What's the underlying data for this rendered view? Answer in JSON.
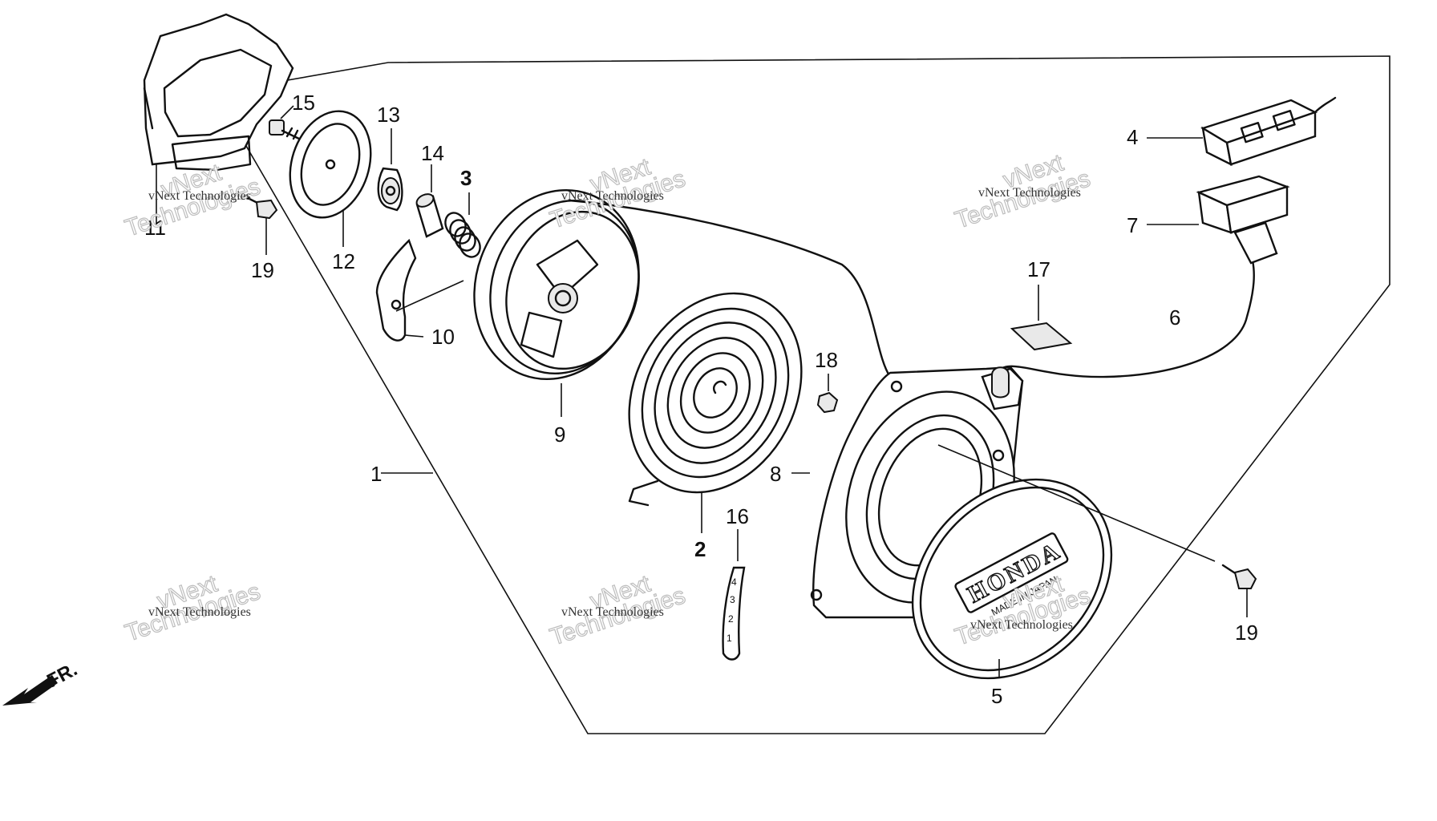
{
  "diagram": {
    "callouts": {
      "c1": "1",
      "c2": "2",
      "c3": "3",
      "c4": "4",
      "c5": "5",
      "c6": "6",
      "c7": "7",
      "c8": "8",
      "c9": "9",
      "c10": "10",
      "c11": "11",
      "c12": "12",
      "c13": "13",
      "c14": "14",
      "c15": "15",
      "c16": "16",
      "c17": "17",
      "c18": "18",
      "c19a": "19",
      "c19b": "19"
    },
    "front_marker": "FR.",
    "cover_logo": "HONDA",
    "cover_sublabel": "MADE IN JAPAN",
    "spring_marks": [
      "4",
      "3",
      "2",
      "1"
    ],
    "watermark": {
      "line1": "vNext Technologies",
      "line2": "Technologies",
      "line3": "vNext"
    }
  }
}
